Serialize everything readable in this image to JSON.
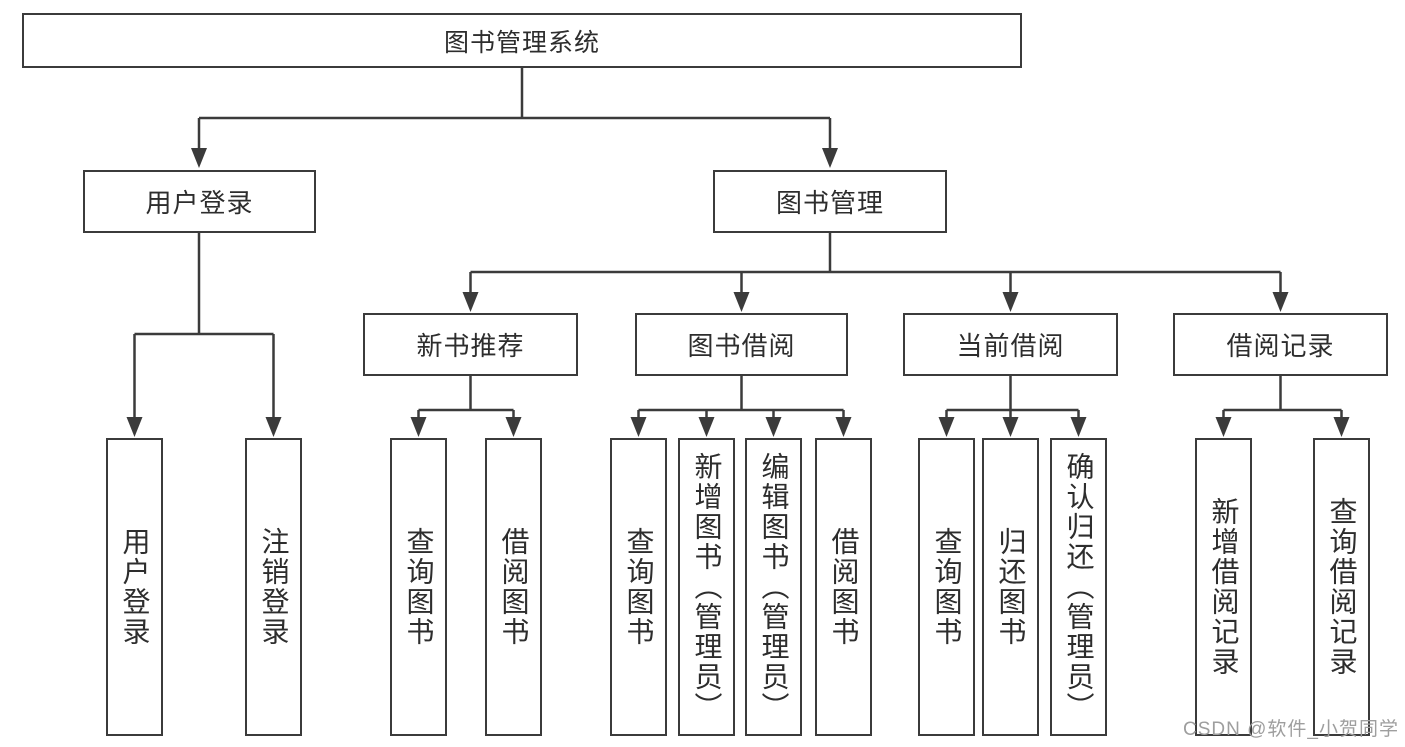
{
  "colors": {
    "line": "#3b3b3b",
    "text": "#2d2d2d",
    "background": "#ffffff",
    "watermark": "#9e9e9e"
  },
  "nodes": {
    "root": "图书管理系统",
    "login": "用户登录",
    "mgmt": "图书管理",
    "sub": [
      "新书推荐",
      "图书借阅",
      "当前借阅",
      "借阅记录"
    ],
    "leaves": {
      "login": [
        "用户登录",
        "注销登录"
      ],
      "newBooks": [
        "查询图书",
        "借阅图书"
      ],
      "bookBorrow": [
        "查询图书",
        "新增图书（管理员）",
        "编辑图书（管理员）",
        "借阅图书"
      ],
      "currentBorrow": [
        "查询图书",
        "归还图书",
        "确认归还（管理员）"
      ],
      "records": [
        "新增借阅记录",
        "查询借阅记录"
      ]
    }
  },
  "watermark": "CSDN @软件_小贺同学"
}
